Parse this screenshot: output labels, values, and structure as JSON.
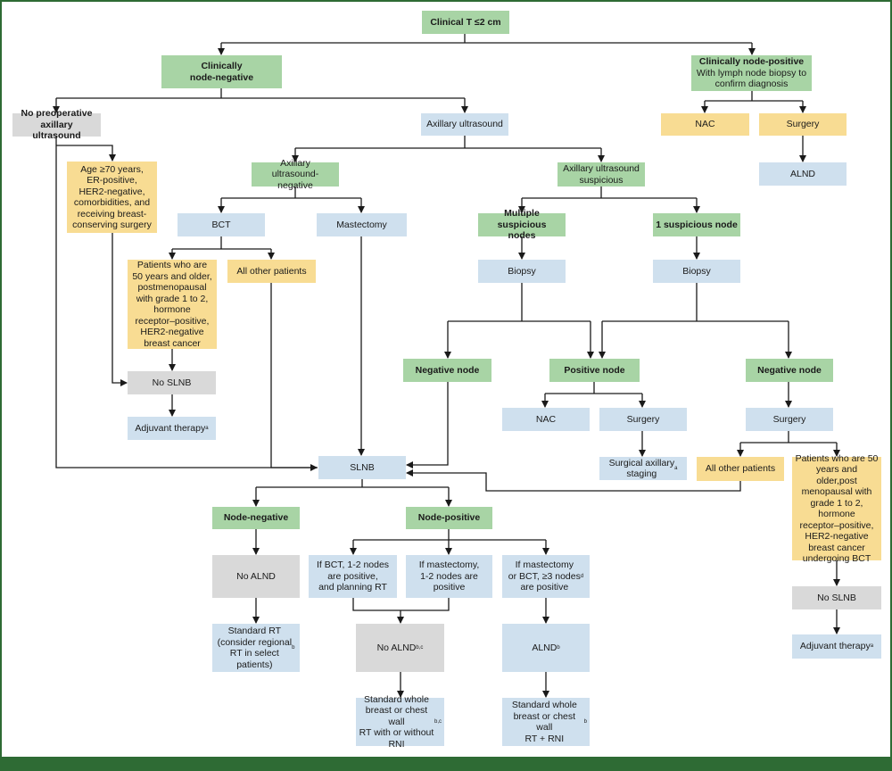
{
  "colors": {
    "green": "#a8d4a5",
    "blue": "#cfe0ee",
    "yellow": "#f8dc93",
    "gray": "#d9d9d9",
    "frame": "#2e6b34"
  },
  "nodes": {
    "root": "Clinical T ≤2 cm",
    "clin_neg": "Clinically\nnode-negative",
    "clin_pos_title": "Clinically node-positive",
    "clin_pos_sub": "With lymph node biopsy to\nconfirm diagnosis",
    "nac_top": "NAC",
    "surgery_top": "Surgery",
    "alnd_top": "ALND",
    "no_preop_us": "No preoperative\naxillary ultrasound",
    "axillary_us": "Axillary ultrasound",
    "age70": "Age ≥70 years,\nER-positive,\nHER2-negative,\ncomorbidities, and\nreceiving breast-\nconserving surgery",
    "us_negative": "Axillary\nultrasound-negative",
    "us_suspicious": "Axillary ultrasound\nsuspicious",
    "bct": "BCT",
    "mastectomy": "Mastectomy",
    "multiple_nodes": "Multiple suspicious\nnodes",
    "one_node": "1 suspicious node",
    "biopsy_left": "Biopsy",
    "biopsy_right": "Biopsy",
    "patients50_left": "Patients who are\n50 years and older,\npostmenopausal\nwith grade 1 to 2,\nhormone\nreceptor–positive,\nHER2-negative\nbreast cancer",
    "all_other_left": "All other patients",
    "negative_node_left": "Negative node",
    "positive_node": "Positive node",
    "negative_node_right": "Negative node",
    "no_slnb_left": "No SLNB",
    "nac_mid": "NAC",
    "surgery_mid": "Surgery",
    "surgery_right": "Surgery",
    "adjuvant_left": "Adjuvant therapy",
    "adjuvant_left_sup": "a",
    "surgical_staging": "Surgical axillary\nstaging",
    "surgical_staging_sup": "a",
    "slnb": "SLNB",
    "all_other_right": "All other patients",
    "patients50_right": "Patients who are 50\nyears and older,post\nmenopausal with\ngrade 1 to 2,\nhormone\nreceptor–positive,\nHER2-negative\nbreast cancer\nundergoing BCT",
    "node_negative": "Node-negative",
    "node_positive": "Node-positive",
    "no_alnd": "No ALND",
    "if_bct": "If BCT, 1-2 nodes\nare positive,\nand planning RT",
    "if_mastectomy": "If mastectomy,\n1-2 nodes are\npositive",
    "if_3nodes": "If mastectomy\nor BCT, ≥3 nodes\nare positive",
    "if_3nodes_sup": "d",
    "no_slnb_right": "No SLNB",
    "adjuvant_right": "Adjuvant therapy",
    "adjuvant_right_sup": "a",
    "standard_rt": "Standard RT\n(consider regional\nRT in select\npatients)",
    "standard_rt_sup": "b",
    "no_alnd_bc": "No ALND",
    "no_alnd_bc_sup": "b,c",
    "alnd_b": "ALND",
    "alnd_b_sup": "b",
    "wb_rt": "Standard whole\nbreast or chest wall\nRT with or without\nRNI",
    "wb_rt_sup": "b,c",
    "wb_rt_rni": "Standard whole\nbreast or chest wall\nRT + RNI",
    "wb_rt_rni_sup": "b"
  }
}
